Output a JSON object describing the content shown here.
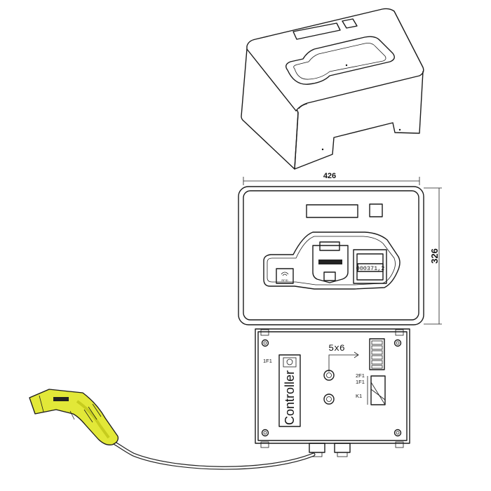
{
  "dimensions": {
    "width": "426",
    "height": "326"
  },
  "front_panel": {
    "counter": "000371,2",
    "rfid": "RFID"
  },
  "controller_box": {
    "label_1f1_left": "1F1",
    "controller": "Controller",
    "arrow_label": "5x6",
    "label_2f1": "2F1",
    "label_1f1_right": "1F1",
    "label_k1": "K1"
  },
  "colors": {
    "plug": "#e2e838",
    "plug_dark": "#c6cc1e",
    "stroke": "#1a1a1a"
  }
}
